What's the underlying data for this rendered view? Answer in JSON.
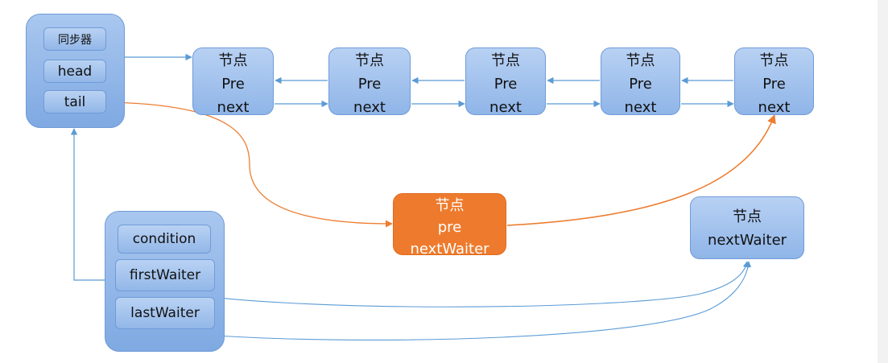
{
  "sync_group": {
    "title": "同步器",
    "head": "head",
    "tail": "tail"
  },
  "queue_nodes": [
    {
      "title": "节点",
      "pre": "Pre",
      "next": "next"
    },
    {
      "title": "节点",
      "pre": "Pre",
      "next": "next"
    },
    {
      "title": "节点",
      "pre": "Pre",
      "next": "next"
    },
    {
      "title": "节点",
      "pre": "Pre",
      "next": "next"
    },
    {
      "title": "节点",
      "pre": "Pre",
      "next": "next"
    }
  ],
  "new_node": {
    "title": "节点",
    "pre": "pre",
    "next_waiter": "nextWaiter"
  },
  "waiter_node": {
    "title": "节点",
    "next_waiter": "nextWaiter"
  },
  "condition_group": {
    "title": "condition",
    "first_waiter": "firstWaiter",
    "last_waiter": "lastWaiter"
  },
  "colors": {
    "connector": "#5b9bd5",
    "highlight": "#ed7d31",
    "node_fill": "#a9c7ef"
  }
}
